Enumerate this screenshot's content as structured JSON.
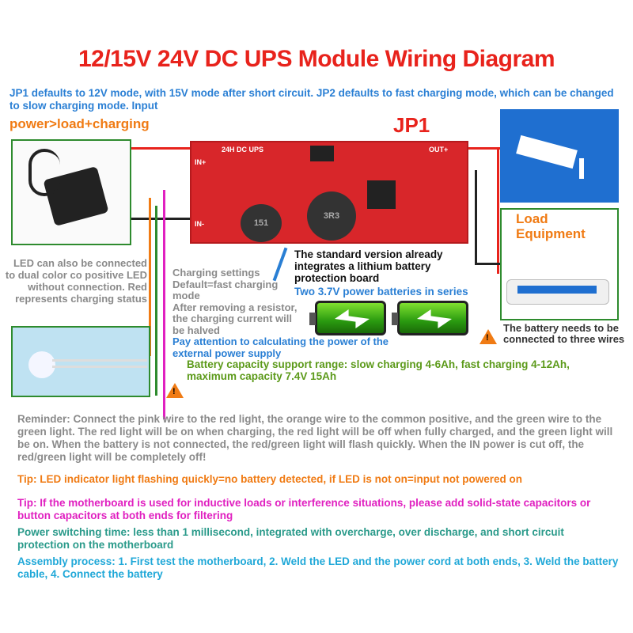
{
  "title": "12/15V 24V DC UPS Module Wiring Diagram",
  "intro": "JP1 defaults to 12V mode, with 15V mode after short circuit. JP2 defaults to fast charging mode, which can be changed to slow charging mode. Input",
  "flow": "power>load+charging",
  "jp1": "JP1",
  "board": {
    "name": "24H DC UPS",
    "in_plus": "IN+",
    "in_minus": "IN-",
    "out_plus": "OUT+",
    "inductor1": "151",
    "inductor2": "3R3"
  },
  "load_label": "Load Equipment",
  "led_note": "LED can also be connected to dual color co positive LED without connection. Red represents charging status",
  "charging_settings": [
    "Charging settings",
    "Default=fast charging mode",
    "After removing a resistor, the charging current will be halved"
  ],
  "power_note": "Pay attention to calculating the power of the external power supply",
  "protection_note": "The standard version already integrates a lithium battery protection board",
  "batteries_note": "Two 3.7V power batteries in series",
  "battery_wires_note": "The battery needs to be connected to three wires",
  "capacity_note": "Battery capacity support range: slow charging 4-6Ah, fast charging 4-12Ah, maximum capacity 7.4V 15Ah",
  "reminder": "Reminder: Connect the pink wire to the red light, the orange wire to the common positive, and the green wire to the green light. The red light will be on when charging, the red light will be off when fully charged, and the green light will be on. When the battery is not connected, the red/green light will flash quickly. When the IN power is cut off, the red/green light will be completely off!",
  "tip1": "Tip: LED indicator light flashing quickly=no battery detected, if LED is not on=input not powered on",
  "tip2": "Tip: If the motherboard is used for inductive loads or interference situations, please add solid-state capacitors or button capacitors at both ends for filtering",
  "switching": "Power switching time: less than 1 millisecond, integrated with overcharge, over discharge, and short circuit protection on the motherboard",
  "assembly": "Assembly process: 1. First test the motherboard, 2. Weld the LED and the power cord at both ends, 3. Weld the battery cable, 4. Connect the battery",
  "colors": {
    "title": "#e8231c",
    "board": "#d8262a",
    "camera_bg": "#1f6fd0"
  }
}
